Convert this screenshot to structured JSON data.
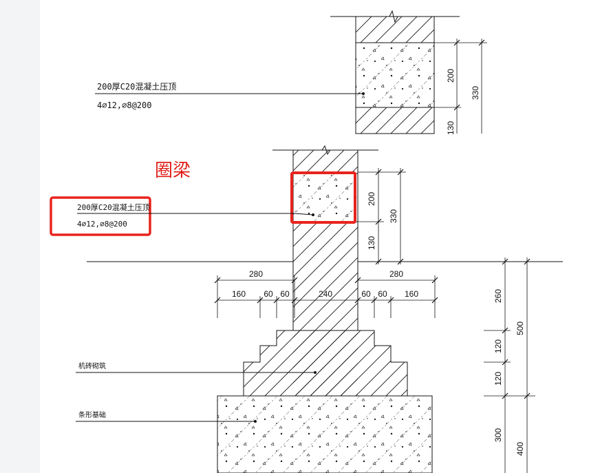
{
  "colors": {
    "highlight": "#e8231d",
    "line": "#111111",
    "background": "#ffffff",
    "sidebar": "#f3f4f6"
  },
  "top_detail": {
    "callout_line1": "200厚C20混凝土压顶",
    "callout_line2": "4⌀12,⌀8@200",
    "dim_200": "200",
    "dim_330": "330",
    "dim_130": "130"
  },
  "main_detail": {
    "highlight_label": "圈梁",
    "callout_line1": "200厚C20混凝土压顶",
    "callout_line2": "4⌀12,⌀8@200",
    "dim_200": "200",
    "dim_130": "130",
    "dim_330": "330",
    "dim_280_left": "280",
    "dim_280_right": "280",
    "dim_160_left": "160",
    "dim_60_a": "60",
    "dim_60_b": "60",
    "dim_240": "240",
    "dim_60_c": "60",
    "dim_60_d": "60",
    "dim_160_right": "160",
    "dim_260": "260",
    "dim_120_a": "120",
    "dim_120_b": "120",
    "dim_500": "500",
    "dim_300": "300",
    "dim_400": "400",
    "masonry_label": "机砖砌筑",
    "foundation_label": "条形基础"
  }
}
